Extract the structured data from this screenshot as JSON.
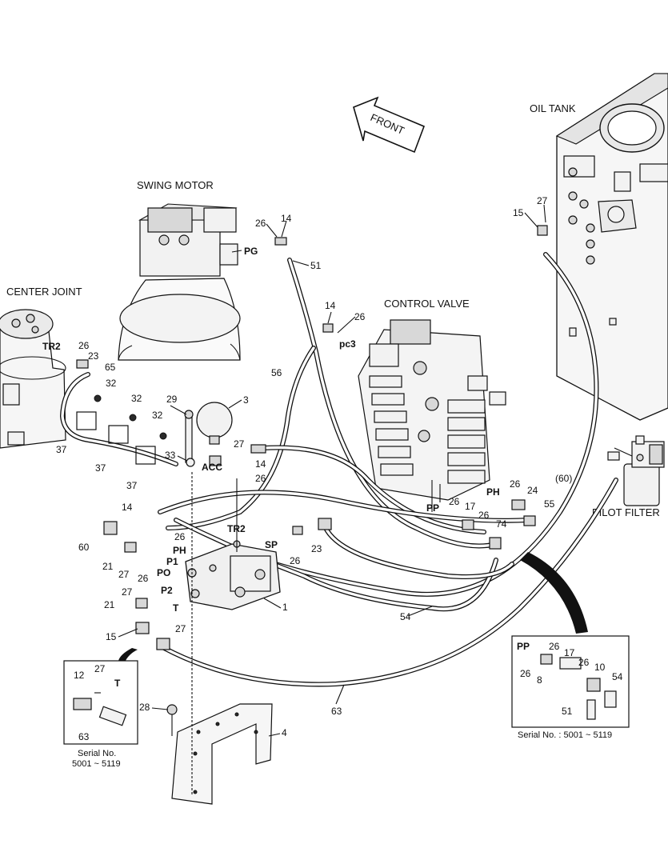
{
  "titles": {
    "front": "FRONT",
    "oil_tank": "OIL TANK",
    "swing_motor": "SWING MOTOR",
    "center_joint": "CENTER JOINT",
    "control_valve": "CONTROL VALVE",
    "pilot_filter": "PILOT FILTER"
  },
  "ports": {
    "pg": "PG",
    "pc3": "pc3",
    "tr2_left": "TR2",
    "acc": "ACC",
    "tr2_block": "TR2",
    "sp": "SP",
    "ph_block": "PH",
    "p1": "P1",
    "po": "PO",
    "p2": "P2",
    "t_block": "T",
    "pp": "PP",
    "ph_valve": "PH",
    "pp_inset": "PP",
    "t_inset": "T"
  },
  "parts": {
    "swing_26": "26",
    "swing_14": "14",
    "swing_51": "51",
    "tank_15": "15",
    "tank_27": "27",
    "cv_14": "14",
    "cv_26": "26",
    "cv_56": "56",
    "cj_26": "26",
    "cj_23": "23",
    "cj_65": "65",
    "cl_32a": "32",
    "cl_32b": "32",
    "cl_32c": "32",
    "cl_37a": "37",
    "cl_37b": "37",
    "cl_37c": "37",
    "acc_29": "29",
    "acc_3": "3",
    "acc_27": "27",
    "acc_33": "33",
    "acc_14": "14",
    "acc_26": "26",
    "bl_14": "14",
    "bl_60": "60",
    "bl_26a": "26",
    "bl_21a": "21",
    "bl_27a": "27",
    "bl_26b": "26",
    "bl_27b": "27",
    "bl_21b": "21",
    "bl_27c": "27",
    "bl_15": "15",
    "bl_23": "23",
    "bl_26c": "26",
    "bl_1": "1",
    "pp_26": "26",
    "pp_17": "17",
    "pp_26b": "26",
    "pp_74": "74",
    "ph_26": "26",
    "ph_24": "24",
    "ph_55": "55",
    "hose_60p": "(60)",
    "hose_54": "54",
    "hose_63": "63",
    "br_28": "28",
    "br_4": "4"
  },
  "inset_left": {
    "p12": "12",
    "p27": "27",
    "p63": "63",
    "serial_line1": "Serial No.",
    "serial_line2": "5001 ~ 5119"
  },
  "inset_right": {
    "p26a": "26",
    "p17": "17",
    "p26b": "26",
    "p8": "8",
    "p26c": "26",
    "p10": "10",
    "p54": "54",
    "p51": "51",
    "serial": "Serial No. : 5001 ~ 5119"
  }
}
